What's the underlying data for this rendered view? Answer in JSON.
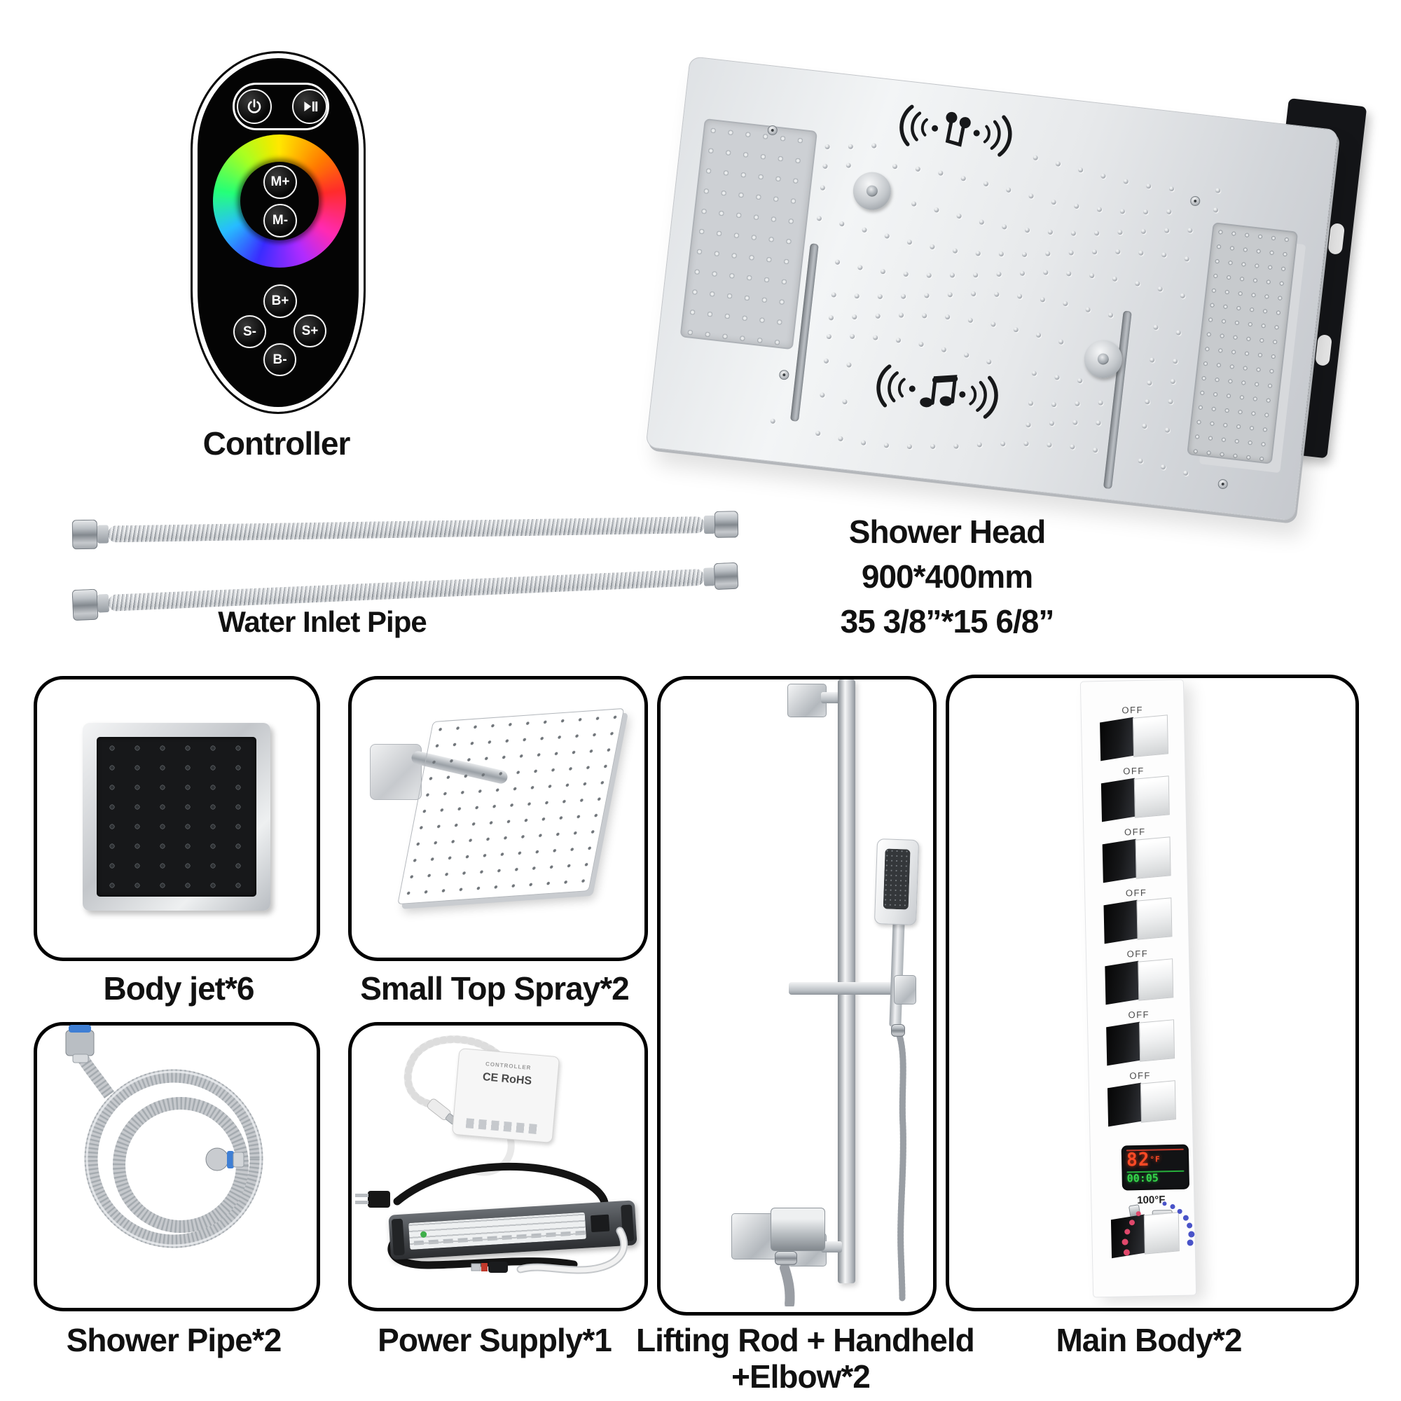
{
  "page": {
    "background": "#ffffff"
  },
  "colors": {
    "label_text": "#111111",
    "panel_silver": "#e8eaec",
    "remote_black": "#040404",
    "lcd_temp_red": "#ff4a26",
    "lcd_timer_green": "#35d54a",
    "dial_hot_red": "#e0486b",
    "dial_cold_blue": "#4953c8"
  },
  "controller": {
    "label": "Controller",
    "buttons": {
      "m_plus": "M+",
      "m_minus": "M-",
      "b_plus": "B+",
      "s_minus": "S-",
      "s_plus": "S+",
      "b_minus": "B-"
    }
  },
  "water_inlet": {
    "label": "Water Inlet Pipe"
  },
  "shower_head": {
    "line1": "Shower Head",
    "line2": "900*400mm",
    "line3": "35 3/8”*15 6/8”"
  },
  "grid": {
    "body_jet": {
      "label": "Body jet*6"
    },
    "small_top_spray": {
      "label": "Small Top Spray*2"
    },
    "shower_pipe": {
      "label": "Shower Pipe*2"
    },
    "power_supply": {
      "label": "Power Supply*1",
      "module_title": "CONTROLLER",
      "module_cert": "CE RoHS"
    },
    "lifting_rod": {
      "label_line1": "Lifting Rod + Handheld",
      "label_line2": "+Elbow*2"
    },
    "main_body": {
      "label": "Main Body*2",
      "valve_off_label": "OFF",
      "valve_count": 7,
      "lcd": {
        "temperature": "82",
        "unit": "°F",
        "timer": "00:05"
      },
      "dial_max_label": "100°F"
    }
  }
}
